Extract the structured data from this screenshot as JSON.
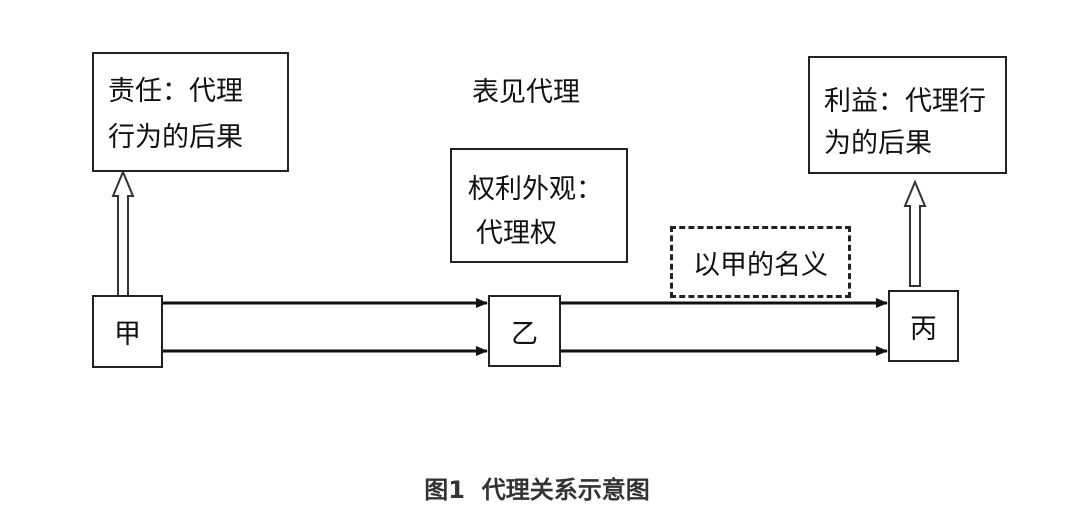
{
  "diagram": {
    "title": "表见代理",
    "responsibility_box": {
      "line1": "责任：代理",
      "line2": "行为的后果"
    },
    "appearance_box": {
      "line1": "权利外观：",
      "line2": "代理权"
    },
    "benefit_box": {
      "line1": "利益：代理行",
      "line2": "为的后果"
    },
    "name_box": {
      "label": "以甲的名义"
    },
    "party_a": "甲",
    "party_b": "乙",
    "party_c": "丙"
  },
  "caption": "图1  代理关系示意图"
}
